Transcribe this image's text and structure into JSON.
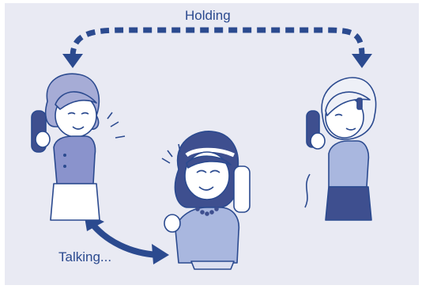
{
  "labels": {
    "holding": "Holding",
    "talking": "Talking..."
  },
  "colors": {
    "background": "#e9eaf3",
    "accent": "#2b4a8f",
    "outline": "#2b4a8f",
    "skin": "#ffffff",
    "hair_left": "#a6acd6",
    "hair_center": "#3e4f8f",
    "hair_right": "#eef0f7",
    "top_left": "#8a93cc",
    "top_center": "#a9b7df",
    "top_right": "#a9b7df",
    "skirt_center": "#dcdff0",
    "skirt_right": "#3e4f8f",
    "phone": "#3e4f8f"
  },
  "icons": {
    "holding_arrow": "dashed-curved-double-arrow",
    "talking_arrow": "curved-double-arrow"
  },
  "people": [
    {
      "role": "caller-left",
      "state": "talking"
    },
    {
      "role": "caller-center",
      "state": "talking"
    },
    {
      "role": "caller-right",
      "state": "holding"
    }
  ]
}
